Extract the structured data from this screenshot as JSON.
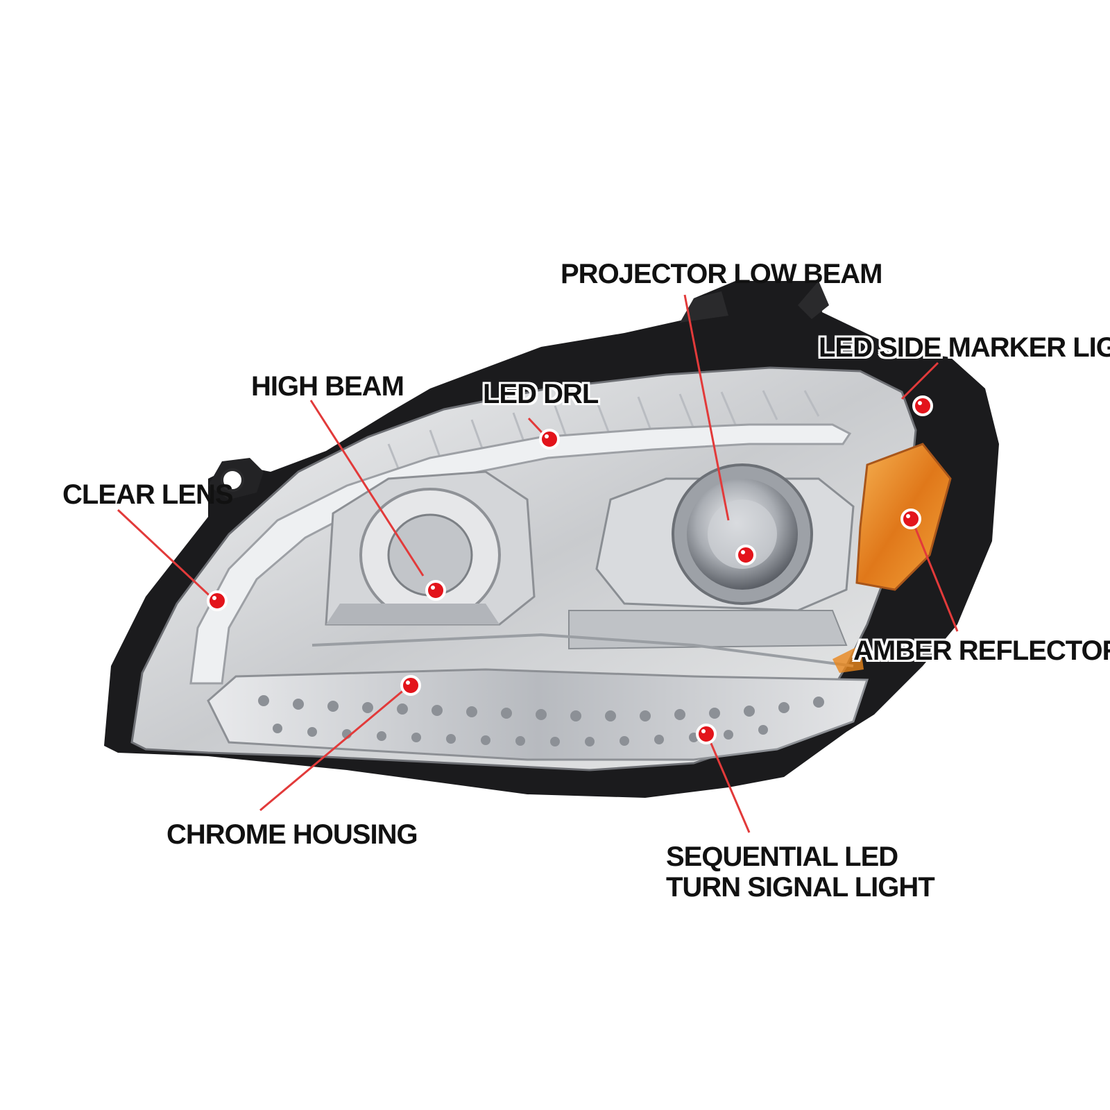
{
  "colors": {
    "leader_line": "#e23a3a",
    "marker_fill": "#e3141b",
    "marker_ring": "#ffffff",
    "label_text": "#111111",
    "housing_black": "#1b1b1d",
    "chrome": "#d9dadc",
    "amber": "#e8861c",
    "drl_bar": "#eef0f2"
  },
  "callouts": {
    "projector_low_beam": "PROJECTOR LOW BEAM",
    "led_side_marker_light": "LED SIDE MARKER LIGHT",
    "high_beam": "HIGH BEAM",
    "led_drl": "LED DRL",
    "clear_lens": "CLEAR LENS",
    "amber_reflectors": "AMBER REFLECTORS",
    "chrome_housing": "CHROME HOUSING",
    "sequential_led_line1": "SEQUENTIAL LED",
    "sequential_led_line2": "TURN SIGNAL LIGHT"
  }
}
